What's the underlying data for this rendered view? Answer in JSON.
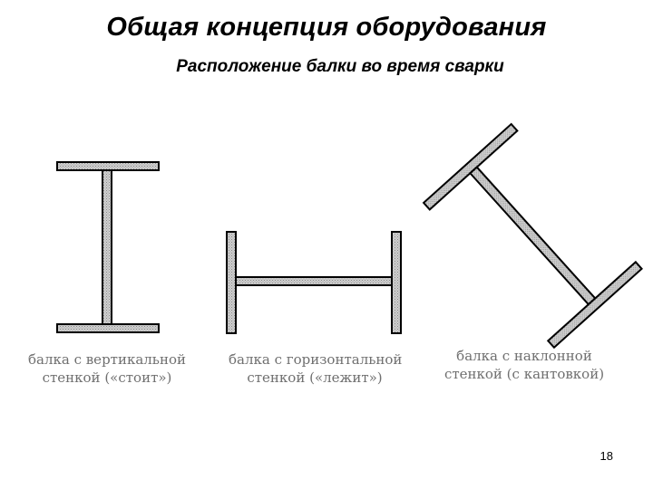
{
  "slide": {
    "title": "Общая концепция оборудования",
    "subtitle": "Расположение балки во время сварки",
    "page_number": "18"
  },
  "beams": [
    {
      "line1": "балка с вертикальной",
      "line2": "стенкой («стоит»)"
    },
    {
      "line1": "балка с горизонтальной",
      "line2": "стенкой («лежит»)"
    },
    {
      "line1": "балка с наклонной",
      "line2": "стенкой (с кантовкой)"
    }
  ],
  "colors": {
    "beam_fill": "#cfcfcf",
    "beam_outline": "#000000",
    "caption_text": "#6f6f6f"
  }
}
